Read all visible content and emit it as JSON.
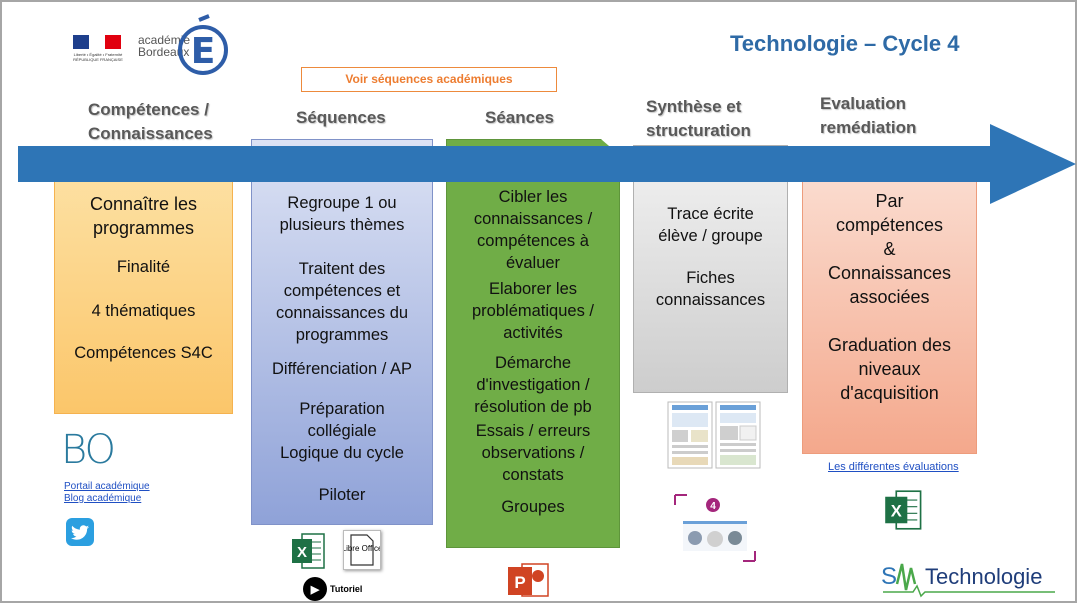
{
  "header": {
    "academie_line1": "académie",
    "academie_line2": "Bordeaux",
    "flag_caption": "Liberté • Égalité • Fraternité RÉPUBLIQUE FRANÇAISE",
    "title": "Technologie – Cycle 4",
    "voir_button": "Voir séquences académiques"
  },
  "columns": [
    {
      "heading": [
        "Compétences /",
        "Connaissances"
      ],
      "lines": [
        "Connaître les",
        "programmes",
        "",
        "Finalité",
        "",
        "4 thématiques",
        "",
        "Compétences S4C"
      ]
    },
    {
      "heading": [
        "Séquences"
      ],
      "lines": [
        "Regroupe 1 ou",
        "plusieurs thèmes",
        "",
        "Traitent des",
        "compétences et",
        "connaissances du",
        "programmes",
        "",
        "Différenciation / AP",
        "",
        "Préparation",
        "collégiale",
        "Logique du cycle",
        "",
        "Piloter"
      ]
    },
    {
      "heading": [
        "Séances"
      ],
      "lines": [
        "Cibler les",
        "connaissances /",
        "compétences à",
        "évaluer",
        "Elaborer les",
        "problématiques /",
        "activités",
        "Démarche",
        "d'investigation /",
        "résolution de pb",
        "Essais / erreurs",
        "observations /",
        "constats",
        "",
        "Groupes"
      ]
    },
    {
      "heading": [
        "Synthèse et",
        "structuration"
      ],
      "lines": [
        "Trace écrite",
        "élève / groupe",
        "",
        "Fiches",
        "connaissances"
      ]
    },
    {
      "heading": [
        "Evaluation",
        "remédiation"
      ],
      "lines": [
        "Par",
        "compétences",
        "&",
        "Connaissances",
        "associées",
        "",
        "Graduation des",
        "niveaux",
        "d'acquisition"
      ]
    }
  ],
  "links": {
    "portail": "Portail académique",
    "blog": "Blog académique",
    "evaluations": "Les différentes évaluations"
  },
  "logos": {
    "bo": "BO",
    "libre_office": "Libre Office",
    "tutoriel": "Tutoriel",
    "sm_technologie": "Technologie",
    "badge_number": "4"
  },
  "colors": {
    "arrow": "#2e75b6",
    "title": "#2e6aa6",
    "link": "#1f4fc3",
    "voir_border": "#ed7d31"
  }
}
